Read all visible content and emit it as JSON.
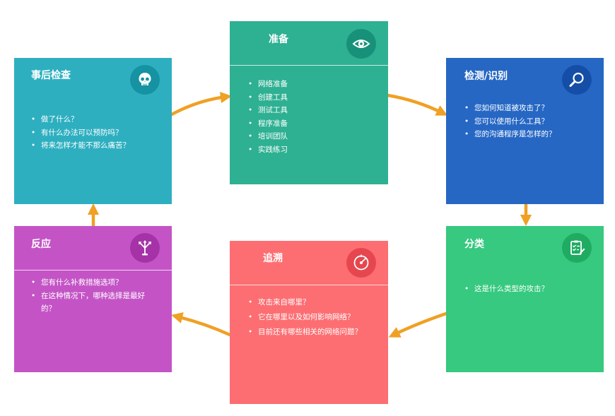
{
  "colors": {
    "arrow": "#F0A024",
    "postmortem": "#2EAFC0",
    "prepare": "#2EB092",
    "detect": "#2667C4",
    "classify": "#36C97F",
    "trace": "#FC6E72",
    "respond": "#C454C6"
  },
  "cards": {
    "postmortem": {
      "title": "事后检查",
      "icon": "skull-icon",
      "items": [
        "做了什么？",
        "有什么办法可以预防吗？",
        "将来怎样才能不那么痛苦？"
      ]
    },
    "prepare": {
      "title": "准备",
      "icon": "eye-icon",
      "items": [
        "网络准备",
        "创建工具",
        "测试工具",
        "程序准备",
        "培训团队",
        "实践练习"
      ]
    },
    "detect": {
      "title": "检测/识别",
      "icon": "magnifier-icon",
      "items": [
        "您如何知道被攻击了？",
        "您可以使用什么工具？",
        "您的沟通程序是怎样的？"
      ]
    },
    "classify": {
      "title": "分类",
      "icon": "checklist-icon",
      "items": [
        "这是什么类型的攻击？"
      ]
    },
    "trace": {
      "title": "追溯",
      "icon": "target-icon",
      "items": [
        "攻击来自哪里？",
        "它在哪里以及如何影响网络？",
        "目前还有哪些相关的网络问题？"
      ]
    },
    "respond": {
      "title": "反应",
      "icon": "split-arrows-icon",
      "items": [
        "您有什么补救措施选项？",
        "在这种情况下，哪种选择是最好的？"
      ]
    }
  }
}
